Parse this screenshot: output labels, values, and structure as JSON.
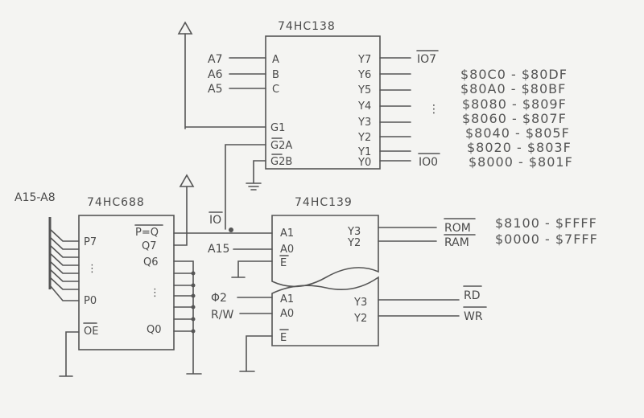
{
  "chips": {
    "decoder138": {
      "name": "74HC138",
      "inputs": [
        "A",
        "B",
        "C"
      ],
      "enables": [
        "G1",
        "G2A",
        "G2B"
      ],
      "outputs": [
        "Y7",
        "Y6",
        "Y5",
        "Y4",
        "Y3",
        "Y2",
        "Y1",
        "Y0"
      ],
      "input_signals": [
        "A7",
        "A6",
        "A5"
      ],
      "output_signals": [
        "IO7",
        "IO0"
      ],
      "ellipsis": "⋮"
    },
    "comparator688": {
      "name": "74HC688",
      "bus_label": "A15-A8",
      "p_pins": [
        "P7",
        "P0"
      ],
      "q_pins": [
        "P=Q",
        "Q7",
        "Q6",
        "Q0"
      ],
      "oe": "OE",
      "ellipsis": "⋮"
    },
    "decoder139": {
      "name": "74HC139",
      "upper": {
        "inputs": [
          "A1",
          "A0",
          "E"
        ],
        "outputs": [
          "Y3",
          "Y2"
        ],
        "input_signals": [
          "IO",
          "A15"
        ],
        "output_signals": [
          "ROM",
          "RAM"
        ]
      },
      "lower": {
        "inputs": [
          "A1",
          "A0",
          "E"
        ],
        "outputs": [
          "Y3",
          "Y2"
        ],
        "input_signals": [
          "Φ2",
          "R/W"
        ],
        "output_signals": [
          "RD",
          "WR"
        ]
      }
    }
  },
  "io_map": [
    "$80C0 - $80DF",
    "$80A0 - $80BF",
    "$8080 - $809F",
    "$8060 - $807F",
    "$8040 - $805F",
    "$8020 - $803F",
    "$8000 - $801F"
  ],
  "memory_map": {
    "rom": "$8100 - $FFFF",
    "ram": "$0000 - $7FFF"
  }
}
